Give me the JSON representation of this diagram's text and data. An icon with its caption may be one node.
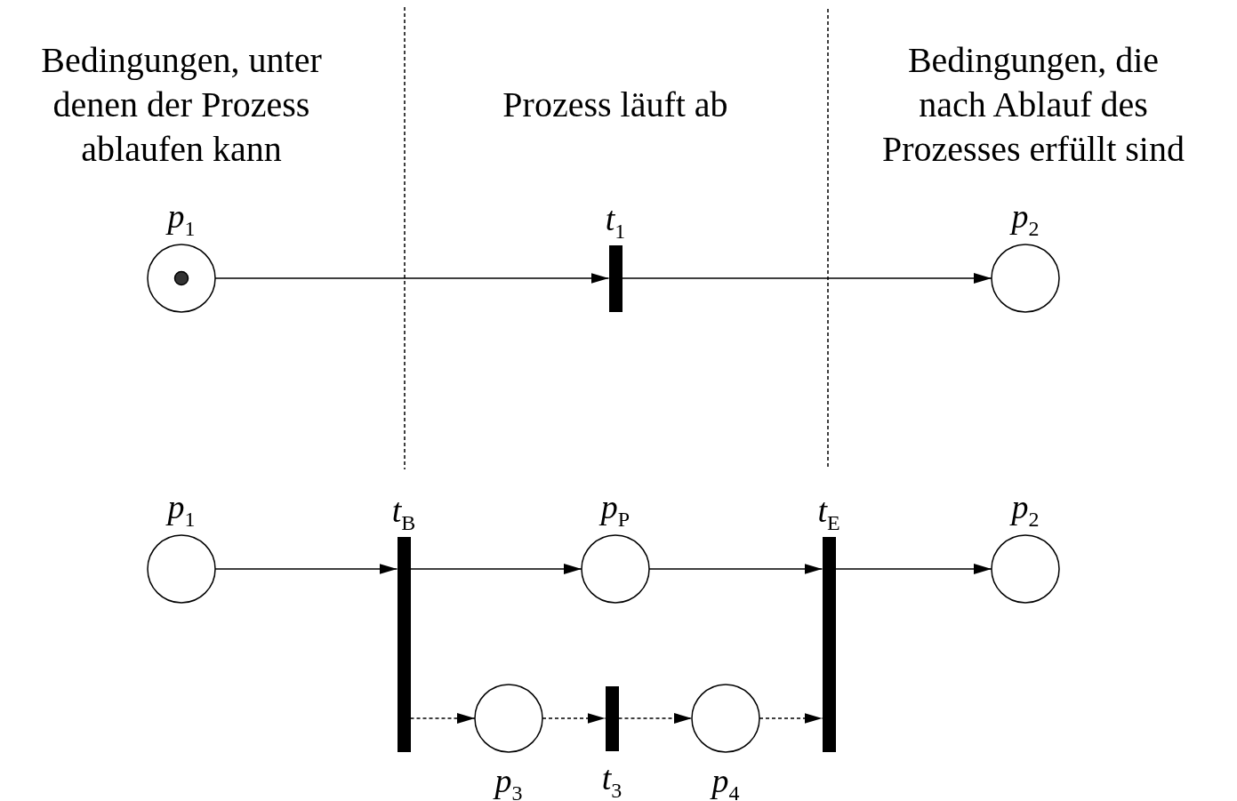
{
  "diagram": {
    "nodes": [
      {
        "text": [
          "p$_{1}$"
        ]
      },
      {
        "text": [],
        "shape": "circle",
        "in": 0
      },
      {
        "text": [
          "t$_{1}$"
        ]
      },
      {
        "text": [
          "p$_{2}$"
        ]
      },
      {
        "text": [
          "p$_{1}$"
        ]
      },
      {
        "text": [
          "t$_{B}$"
        ]
      },
      {
        "text": [
          "p$_{P}$"
        ]
      },
      {
        "text": [
          "t$_{E}$"
        ]
      },
      {
        "text": [
          "p$_{2}$"
        ]
      },
      {
        "text": [
          "p$_{3}$"
        ]
      },
      {
        "text": [
          "t$_{3}$"
        ]
      },
      {
        "text": [
          "p$_{4}$"
        ]
      }
    ],
    "edges": [
      {
        "from": 0,
        "to": 2,
        "arrow": "to"
      },
      {
        "from": 2,
        "to": 3,
        "arrow": "to"
      },
      {
        "from": 4,
        "to": 5,
        "arrow": "to"
      },
      {
        "from": 5,
        "to": 6,
        "arrow": "to"
      },
      {
        "from": 6,
        "to": 7,
        "arrow": "to"
      },
      {
        "from": 7,
        "to": 8,
        "arrow": "to"
      },
      {
        "from": 5,
        "to": 9,
        "arrow": "to",
        "style": "dashed"
      },
      {
        "from": 9,
        "to": 10,
        "arrow": "to",
        "style": "dashed"
      },
      {
        "from": 10,
        "to": 11,
        "arrow": "to",
        "style": "dashed"
      },
      {
        "from": 11,
        "to": 7,
        "arrow": "to",
        "style": "dashed"
      }
    ],
    "labels": [
      "Bedingungen, unter denen der Prozess ablaufen kann",
      "Prozess läuft ab",
      "Bedingungen, die nach Ablauf des Prozesses erfüllt sind"
    ]
  }
}
